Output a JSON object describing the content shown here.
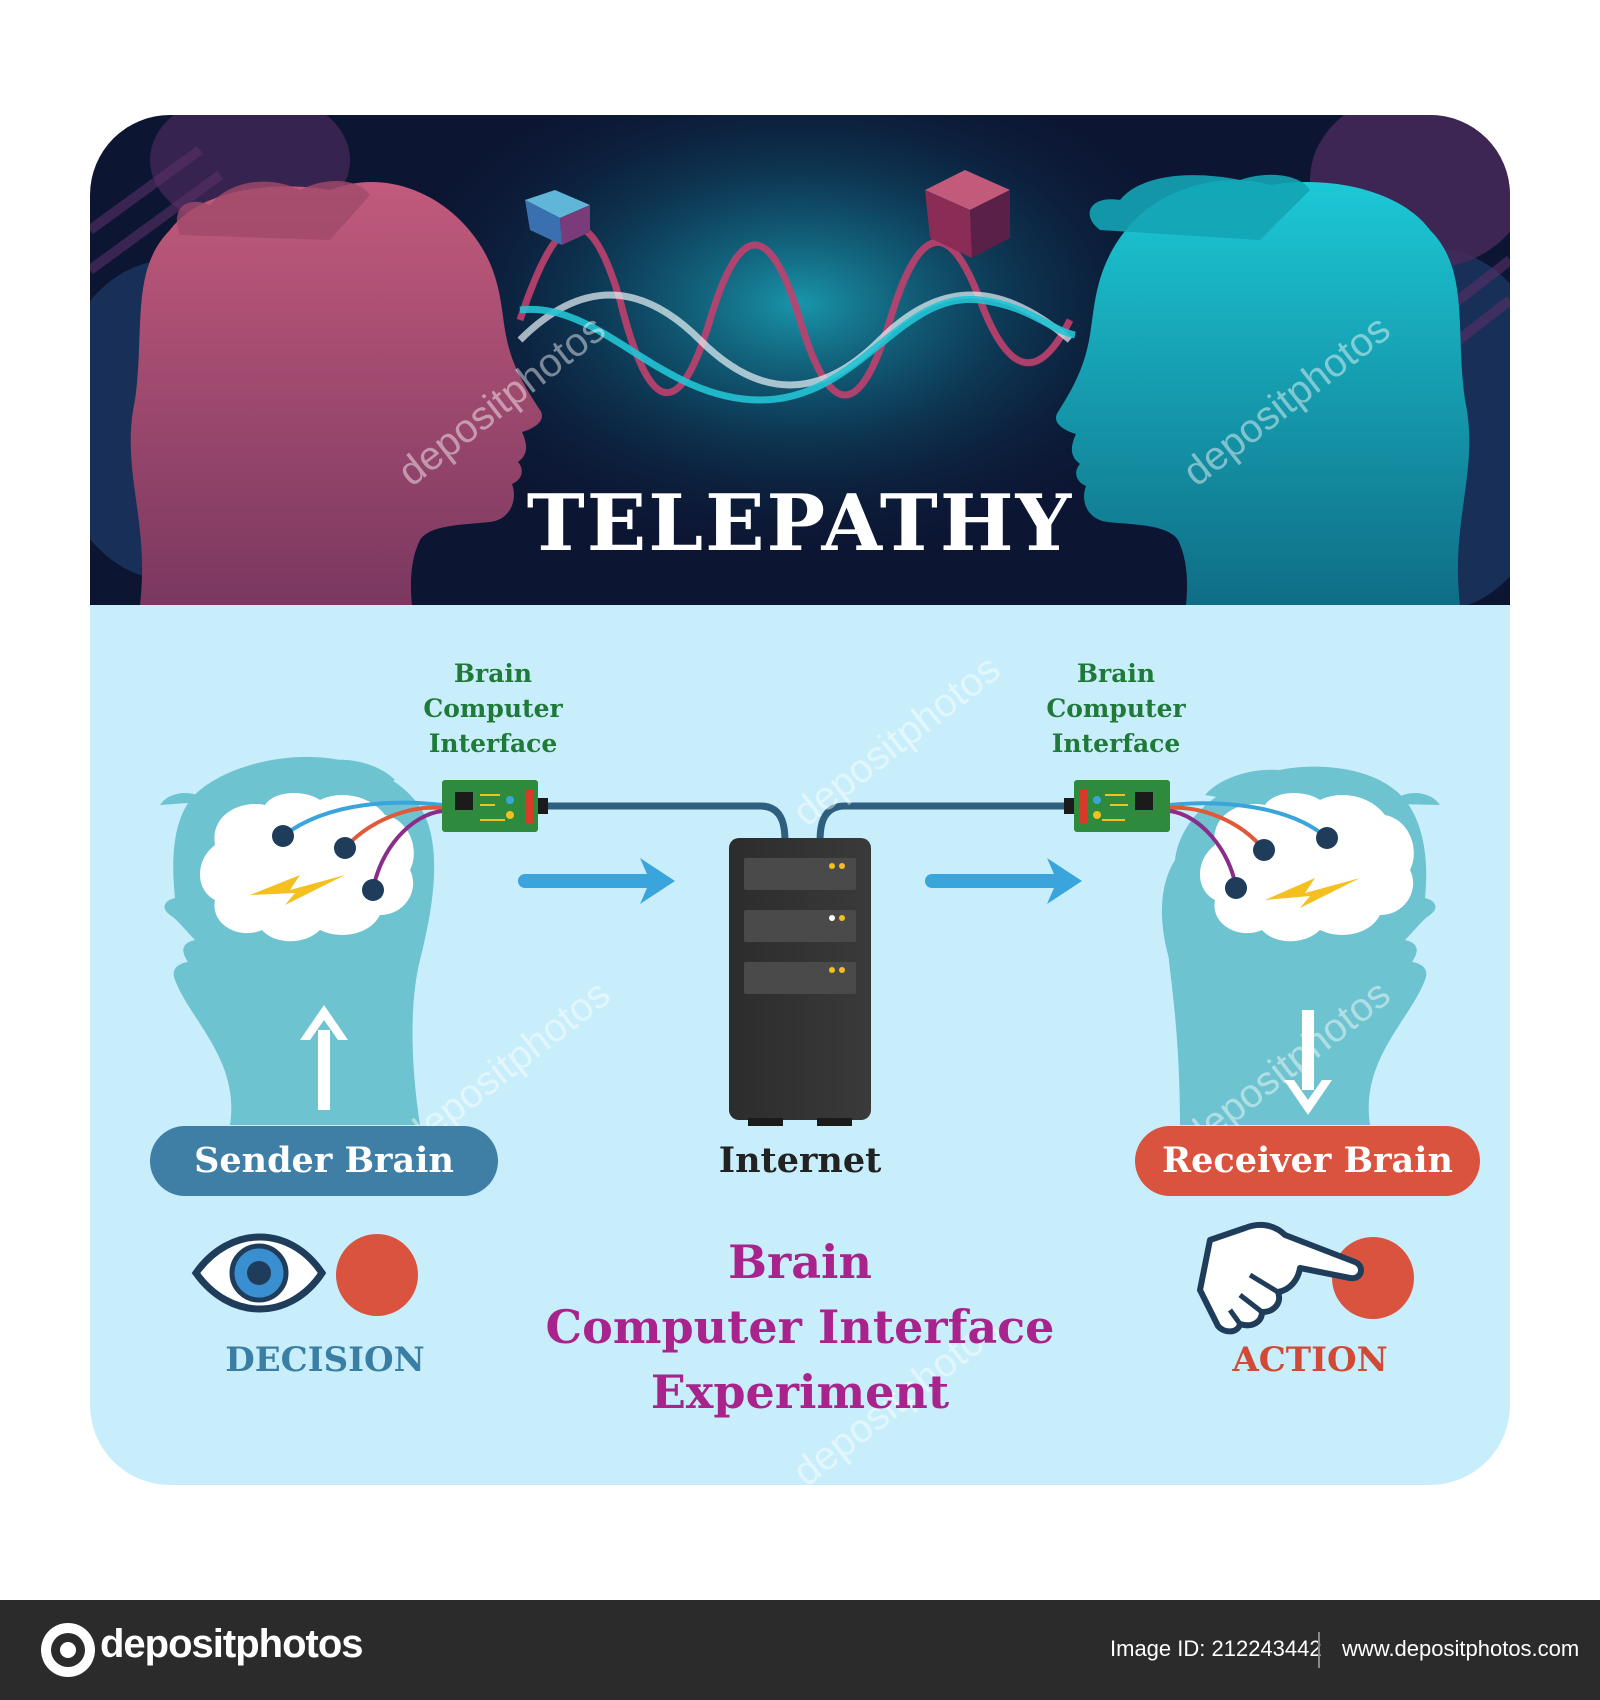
{
  "header": {
    "title": "TELEPATHY"
  },
  "left_interface": {
    "line1": "Brain",
    "line2": "Computer",
    "line3": "Interface"
  },
  "right_interface": {
    "line1": "Brain",
    "line2": "Computer",
    "line3": "Interface"
  },
  "sender": {
    "label": "Sender Brain",
    "step": "DECISION"
  },
  "internet": {
    "label": "Internet"
  },
  "receiver": {
    "label": "Receiver Brain",
    "step": "ACTION"
  },
  "experiment": {
    "line1": "Brain",
    "line2": "Computer Interface",
    "line3": "Experiment"
  },
  "watermark": {
    "text": "depositphotos"
  },
  "footer": {
    "logo": "depositphotos",
    "image_id": "Image ID: 212243442",
    "url": "www.depositphotos.com"
  },
  "colors": {
    "header_bg": "#0c1633",
    "panel_bg": "#c9eefb",
    "head_blue": "#6ec3d0",
    "sender_pill": "#3f7fa6",
    "receiver_pill": "#d9533f",
    "arrow_blue": "#3aa5dc",
    "experiment_text": "#a8238c",
    "bci_text": "#1f7a3a",
    "pink_face": "#b0506f",
    "teal_face": "#18b5c4"
  }
}
